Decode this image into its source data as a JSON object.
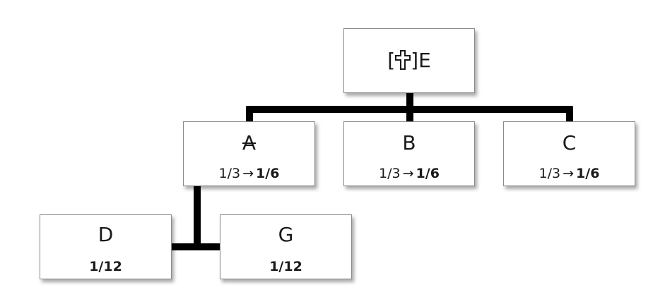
{
  "root": {
    "open": "[",
    "close": "]",
    "name": "E",
    "icon": "cross-icon"
  },
  "children": [
    {
      "name": "A",
      "old_share": "1/3",
      "arrow": "→",
      "new_share": "1/6",
      "struck": true
    },
    {
      "name": "B",
      "old_share": "1/3",
      "arrow": "→",
      "new_share": "1/6",
      "struck": false
    },
    {
      "name": "C",
      "old_share": "1/3",
      "arrow": "→",
      "new_share": "1/6",
      "struck": false
    }
  ],
  "grandchildren": [
    {
      "name": "D",
      "share": "1/12"
    },
    {
      "name": "G",
      "share": "1/12"
    }
  ],
  "colors": {
    "line": "#000000",
    "border": "#8a8a8a",
    "text": "#1a1a1a"
  }
}
